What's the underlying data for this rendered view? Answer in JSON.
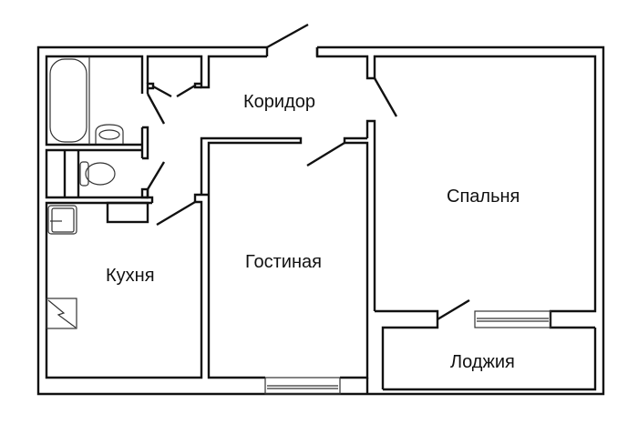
{
  "plan": {
    "rooms": {
      "corridor": "Коридор",
      "bedroom": "Спальня",
      "living_room": "Гостиная",
      "kitchen": "Кухня",
      "loggia": "Лоджия"
    }
  }
}
